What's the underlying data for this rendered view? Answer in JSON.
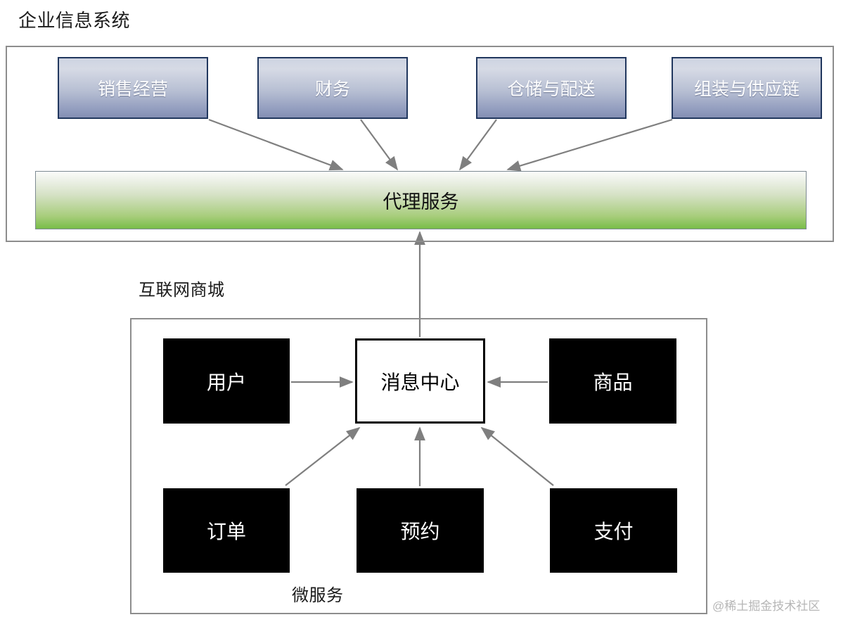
{
  "diagram": {
    "title_enterprise": "企业信息系统",
    "title_mall": "互联网商城",
    "title_microservice": "微服务",
    "watermark": "@稀土掘金技术社区",
    "colors": {
      "container_border": "#8d8d8d",
      "enterprise_node_border": "#21375e",
      "enterprise_node_fill_top": "#ced4e2",
      "enterprise_node_fill_bottom": "#848fb3",
      "enterprise_node_text": "#ffffff",
      "proxy_fill_top": "#fbfcfa",
      "proxy_fill_bottom": "#78bd48",
      "proxy_border": "#7d8a92",
      "proxy_text": "#111111",
      "microservice_fill": "#000000",
      "microservice_text": "#ffffff",
      "message_center_fill": "#ffffff",
      "message_center_border": "#000000",
      "message_center_text": "#000000",
      "arrow": "#7f7f7f",
      "watermark": "#b6b6b6",
      "page_background": "#ffffff"
    },
    "enterprise_nodes": [
      {
        "id": "sales",
        "label": "销售经营"
      },
      {
        "id": "finance",
        "label": "财务"
      },
      {
        "id": "warehouse",
        "label": "仓储与配送"
      },
      {
        "id": "supply",
        "label": "组装与供应链"
      }
    ],
    "proxy_node": {
      "id": "proxy",
      "label": "代理服务"
    },
    "microservice_nodes": [
      {
        "id": "user",
        "label": "用户"
      },
      {
        "id": "product",
        "label": "商品"
      },
      {
        "id": "order",
        "label": "订单"
      },
      {
        "id": "booking",
        "label": "预约"
      },
      {
        "id": "payment",
        "label": "支付"
      }
    ],
    "message_center": {
      "id": "center",
      "label": "消息中心"
    },
    "edges": [
      {
        "from": "sales",
        "to": "proxy"
      },
      {
        "from": "finance",
        "to": "proxy"
      },
      {
        "from": "warehouse",
        "to": "proxy"
      },
      {
        "from": "supply",
        "to": "proxy"
      },
      {
        "from": "center",
        "to": "proxy"
      },
      {
        "from": "user",
        "to": "center"
      },
      {
        "from": "product",
        "to": "center"
      },
      {
        "from": "order",
        "to": "center"
      },
      {
        "from": "booking",
        "to": "center"
      },
      {
        "from": "payment",
        "to": "center"
      }
    ]
  }
}
